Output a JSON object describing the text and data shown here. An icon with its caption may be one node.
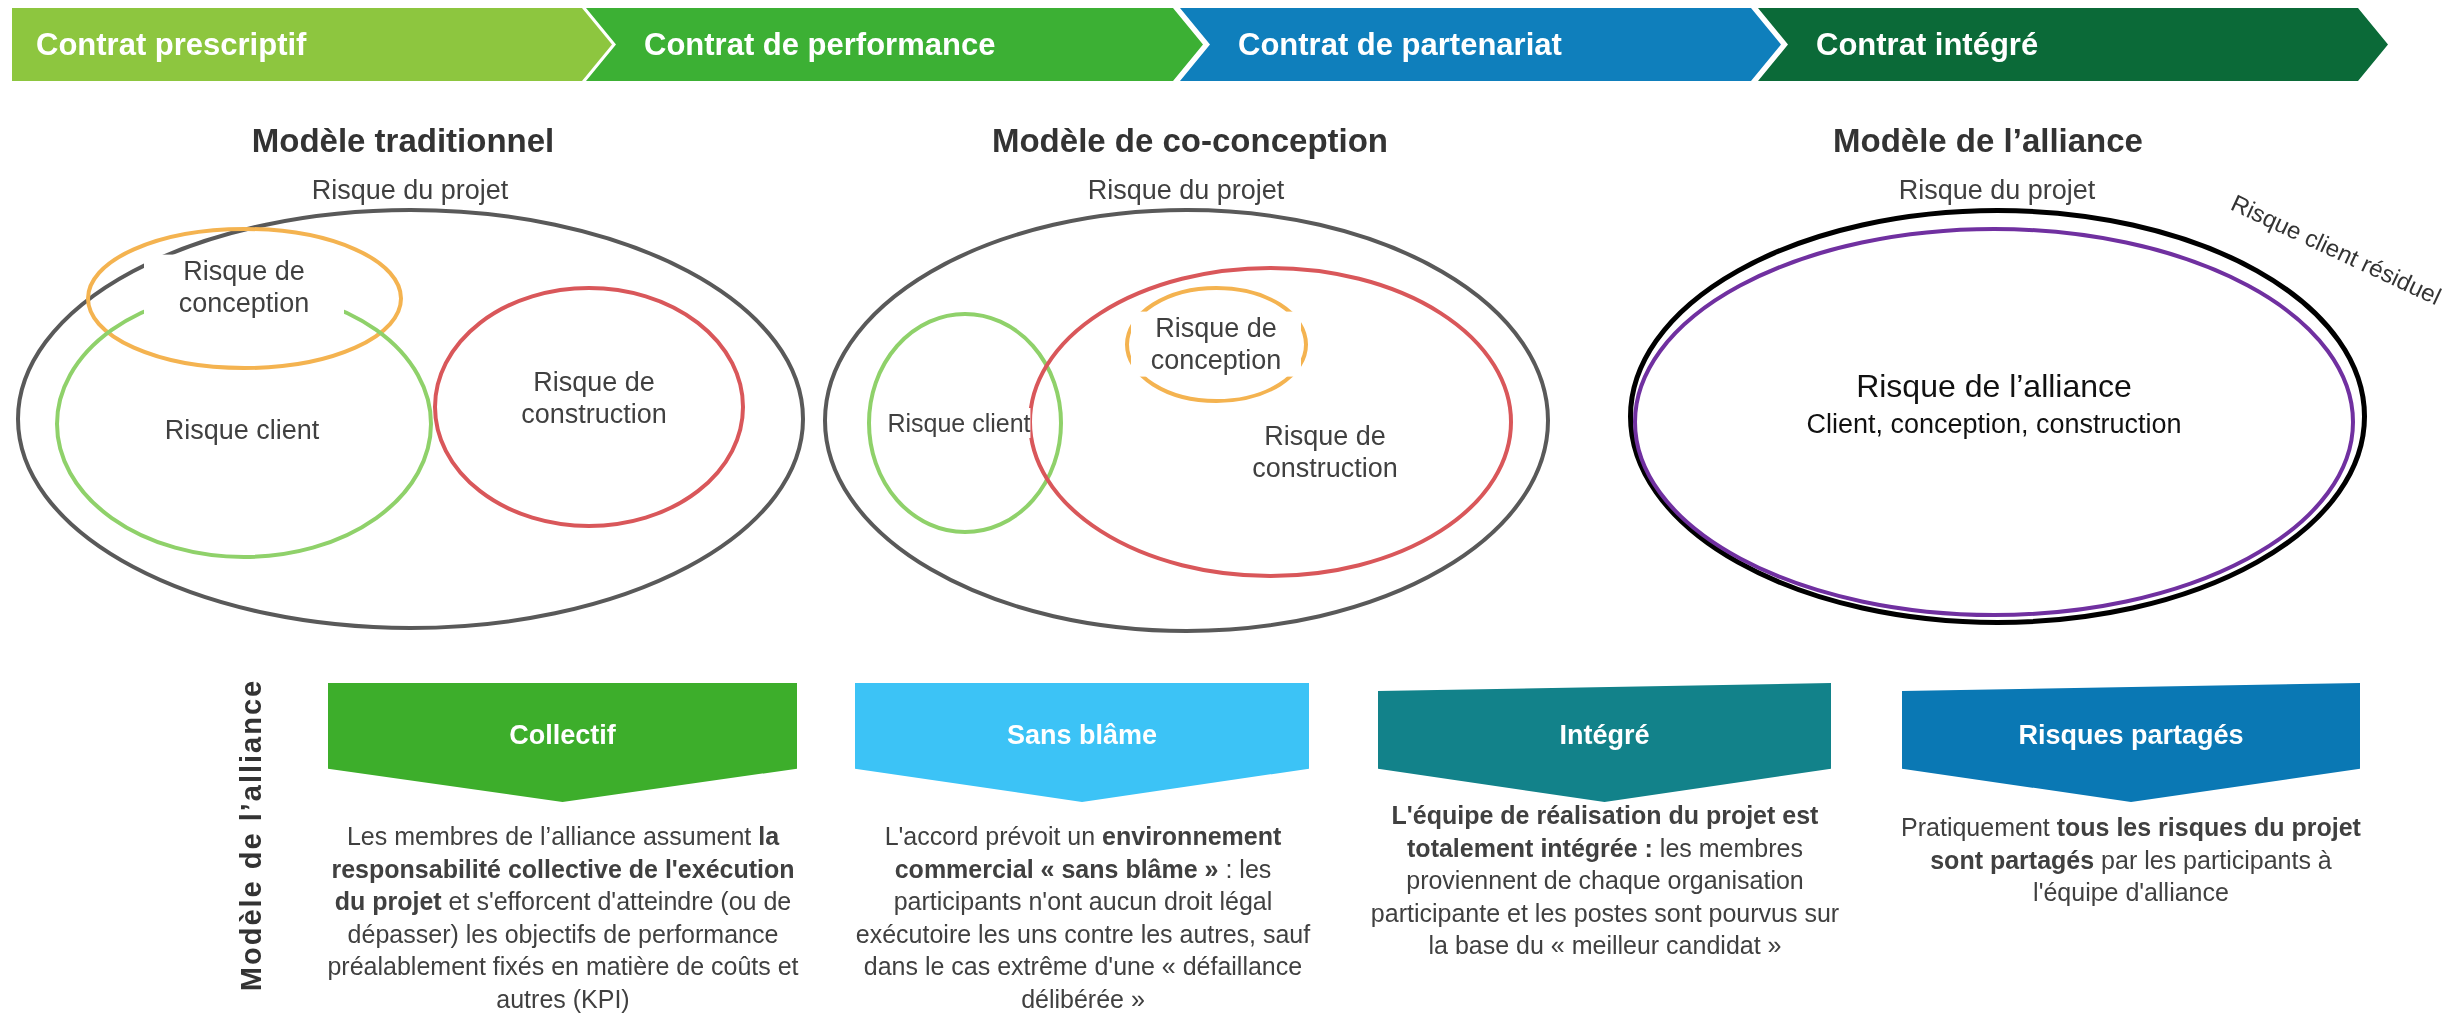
{
  "diagram": {
    "nodes": [
      {
        "text": [
          "Contrat prescriptif"
        ]
      },
      {
        "text": [
          "Contrat de performance"
        ]
      },
      {
        "text": [
          "Contrat de partenariat"
        ]
      },
      {
        "text": [
          "Contrat intégré"
        ]
      },
      {
        "text": [
          "Risque du projet"
        ]
      },
      {
        "text": [
          "Risque de conception"
        ],
        "in": 4
      },
      {
        "text": [
          "Risque client"
        ],
        "in": 4
      },
      {
        "text": [
          "Risque de construction"
        ],
        "in": 4
      },
      {
        "text": [
          "Risque du projet"
        ]
      },
      {
        "text": [
          "Risque client"
        ],
        "in": 8
      },
      {
        "text": [
          "Risque de construction"
        ],
        "in": 8
      },
      {
        "text": [
          "Risque de conception"
        ],
        "in": 10
      },
      {
        "text": [
          "Risque du projet"
        ],
        "beside": [
          "Risque client résiduel"
        ]
      },
      {
        "text": [
          "Risque de l’alliance",
          "Client, conception, construction"
        ],
        "in": 12
      },
      {
        "text": [
          "Collectif"
        ]
      },
      {
        "text": [
          "Sans blâme"
        ]
      },
      {
        "text": [
          "Intégré"
        ]
      },
      {
        "text": [
          "Risques partagés"
        ]
      }
    ],
    "edges": [],
    "labels": [
      "Modèle traditionnel",
      "Modèle de co-conception",
      "Modèle de l’alliance",
      "Modèle de l’alliance",
      "Les membres de l’alliance assument **la responsabilité collective de l'exécution du projet** et s'efforcent d'atteindre (ou de dépasser) les objectifs de performance préalablement fixés en matière de coûts et autres (KPI)",
      "L'accord prévoit un **environnement commercial « sans blâme »** : les participants n'ont aucun droit légal exécutoire les uns contre les autres, sauf dans le cas extrême d'une « défaillance délibérée »",
      "**L'équipe de réalisation du projet est totalement intégrée :** les membres proviennent de chaque organisation participante et les postes sont pourvus sur la base du « meilleur candidat »",
      "Pratiquement **tous les risques du projet sont partagés** par les participants à l'équipe d'alliance"
    ]
  }
}
